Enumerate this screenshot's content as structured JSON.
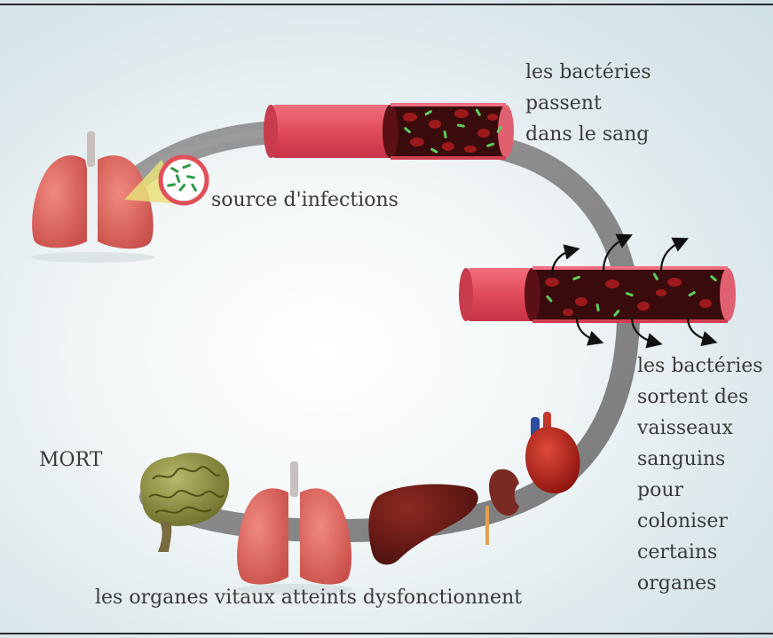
{
  "labels": {
    "bacteria_in_blood": "les bactéries\npassent\ndans le sang",
    "infection_source": "source d'infections",
    "bacteria_leave_vessels": "les bactéries\nsortent des\nvaisseaux\nsanguins\npour\ncoloniser\ncertains\norganes",
    "death": "MORT",
    "vital_organs": "les organes vitaux atteints dysfonctionnent"
  },
  "colors": {
    "pathway": "#8e8e8e",
    "vessel_wall": "#e0505f",
    "blood": "#3a0b0d",
    "red_cell": "#9c1a1c",
    "bacteria": "#5fcf5a",
    "lung": "#e2726a",
    "liver": "#6a1d18",
    "brain": "#8a8c3a"
  },
  "icons": [
    "lungs-icon",
    "bacteria-magnifier-icon",
    "blood-vessel-icon",
    "arrow-icon",
    "heart-icon",
    "kidney-icon",
    "liver-icon",
    "brain-icon"
  ]
}
